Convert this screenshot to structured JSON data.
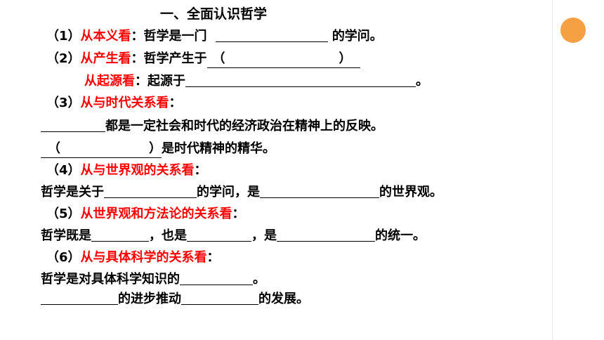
{
  "title": "一、全面认识哲学",
  "s1": {
    "num": "（1）",
    "key": "从本义看",
    "colon": "：",
    "pre": "哲学是一门",
    "post": "的学问。"
  },
  "s2": {
    "num": "（2）",
    "key": "从产生看",
    "colon": "：",
    "pre": "哲学产生于",
    "open": "（",
    "close": "）"
  },
  "s2b": {
    "key": "从起源看",
    "colon": "：",
    "pre": "起源于",
    "post": "。"
  },
  "s3": {
    "num": "（3）",
    "key": "从与时代关系看",
    "colon": "："
  },
  "s3a": {
    "post": "都是一定社会和时代的经济政治在精神上的反映。"
  },
  "s3b": {
    "open": "（",
    "close": "）",
    "post": "是时代精神的精华。"
  },
  "s4": {
    "num": "（4）",
    "key": "从与世界观的关系看",
    "colon": "："
  },
  "s4a": {
    "pre": "哲学是关于",
    "mid": "的学问，是",
    "post": "的世界观。"
  },
  "s5": {
    "num": "（5）",
    "key": "从世界观和方法论的关系看",
    "colon": "："
  },
  "s5a": {
    "pre": "哲学既是",
    "mid1": "，也是",
    "mid2": "，是",
    "post": "的统一。"
  },
  "s6": {
    "num": "（6）",
    "key": "从与具体科学的关系看",
    "colon": "："
  },
  "s6a": {
    "pre": "哲学是对具体科学知识的",
    "post": "。"
  },
  "s6b": {
    "mid": "的进步推动",
    "post": "的发展。"
  },
  "colors": {
    "accent": "#ff0000",
    "dot": "#f5a042"
  }
}
